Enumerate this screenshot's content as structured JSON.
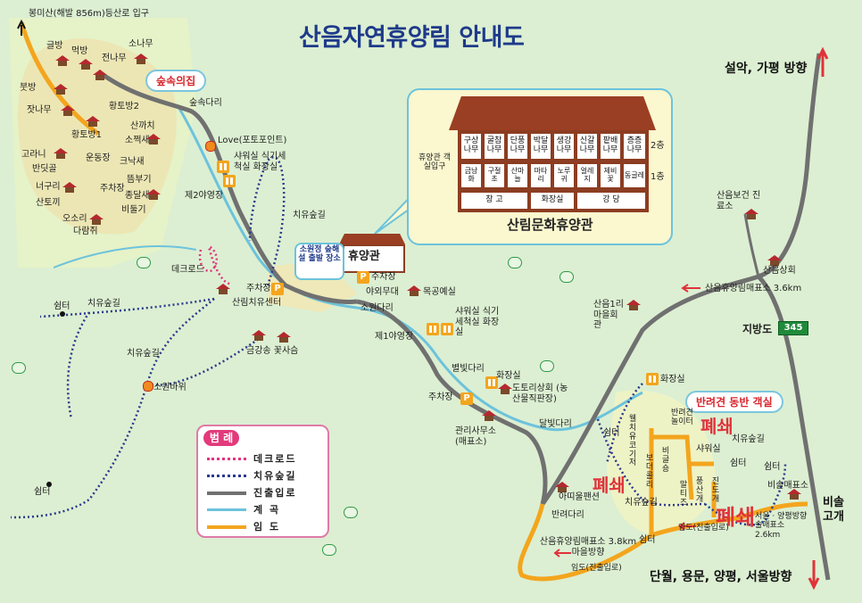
{
  "title": "산음자연휴양림 안내도",
  "directions": {
    "top_left": "봉미산(해발 856m)등산로 입구",
    "top_right": "설악, 가평 방향",
    "bottom_right": "단월, 용문, 양평, 서울방향",
    "east": "비솔고개"
  },
  "areas": {
    "forest_house": "숲속의집",
    "companion_dog": "반려견 동반 객실",
    "closed": "폐쇄",
    "forest_center": "산림문화휴양관",
    "rest_house": "휴양관",
    "rest_house_entrance": "휴양관 객실입구"
  },
  "cabins": [
    "글방",
    "먹방",
    "소나무",
    "전나무",
    "붓방",
    "잣나무",
    "황토방2",
    "황토방1",
    "고라니",
    "반딧골",
    "운동장",
    "주차장",
    "너구리",
    "산토끼",
    "오소리",
    "다람쥐",
    "산까치",
    "소쩍새",
    "크낙새",
    "뜸부기",
    "종달새",
    "비둘기"
  ],
  "building": {
    "floor2_label": "2층",
    "floor1_label": "1층",
    "floor2": [
      "구상 나무",
      "굴참 나무",
      "단풍 나무",
      "박달 나무",
      "생강 나무",
      "신갈 나무",
      "팥배 나무",
      "층층 나무"
    ],
    "floor1": [
      "금낭화",
      "구절초",
      "산마늘",
      "마타리",
      "노루귀",
      "얼레지",
      "제비꽃",
      "동글레"
    ],
    "ground": [
      "창 고",
      "화장실",
      "강 당"
    ]
  },
  "places": {
    "songsok_bridge": "숲속다리",
    "love_photo": "Love(포토포인트)",
    "shower_west": "샤워실 식기세척실 화장실",
    "camp2": "제2야영장",
    "healing_trail": "치유숲길",
    "deck_road": "데크로드",
    "parking": "주차장",
    "healing_center": "산림치유센터",
    "sowon_pavilion": "소원정 숲해설 출발 장소",
    "outdoor_stage": "야외무대",
    "woodcraft": "목공예실",
    "sowon_bridge": "소원다리",
    "shower_east": "샤워실 식기세척실 화장실",
    "camp1": "제1야영장",
    "geumgang": "금강송 꽃사슴",
    "shelter": "쉼터",
    "sowon_rock": "소원바위",
    "byeolbit_bridge": "별빛다리",
    "restroom": "화장실",
    "dotori": "도토리상회 (농산물직판장)",
    "office": "관리사무소 (매표소)",
    "dalbit_bridge": "달빛다리",
    "health_center": "산음보건 진료소",
    "store": "산음상회",
    "ticket_office_1": "산음휴양림매표소 3.6km",
    "village_hall": "산음1리 마을회관",
    "local_road": "지방도",
    "route_no": "345",
    "banryeo_playground": "반려견 놀이터",
    "shower_small": "샤워실",
    "healing_trail_2": "치유숲길",
    "ticket_office_2": "비솔매표소",
    "seoul_yangpyeong": "서울 · 양평방향 솔매표소 2.6km",
    "limdo_entrance": "임도(진출입로)",
    "ticket_office_3": "산음휴양림매표소 3.8km 마을방향",
    "limdo_entrance_2": "임도(진출입로)",
    "banryeo_bridge": "반려다리",
    "ahpi_pension": "아띠울팬션",
    "forest_rest_woljae": "웰 치 유 코 기 저",
    "forest_cards": "보 더 콜 리",
    "ranch": "비 글 숑",
    "hwatcheo": "말 티 즈",
    "pungsan": "풍 산 개",
    "jindo": "진 도 개"
  },
  "legend": {
    "title": "범 례",
    "items": [
      {
        "name": "데크로드",
        "color": "#e2337f",
        "style": "dotted"
      },
      {
        "name": "치유숲길",
        "color": "#2c3a8c",
        "style": "dotted"
      },
      {
        "name": "진출입로",
        "color": "#707070",
        "style": "solid"
      },
      {
        "name": "계 곡",
        "color": "#6cc3dc",
        "style": "solid"
      },
      {
        "name": "임 도",
        "color": "#f3a51d",
        "style": "solid"
      }
    ]
  },
  "colors": {
    "background": "#dcefd2",
    "title": "#1e3a8a",
    "road": "#707070",
    "forest_road": "#f3a51d",
    "stream": "#6cc3dc",
    "deck_road": "#e2337f",
    "healing_trail": "#2c3a8c",
    "closed": "#e0333a"
  }
}
